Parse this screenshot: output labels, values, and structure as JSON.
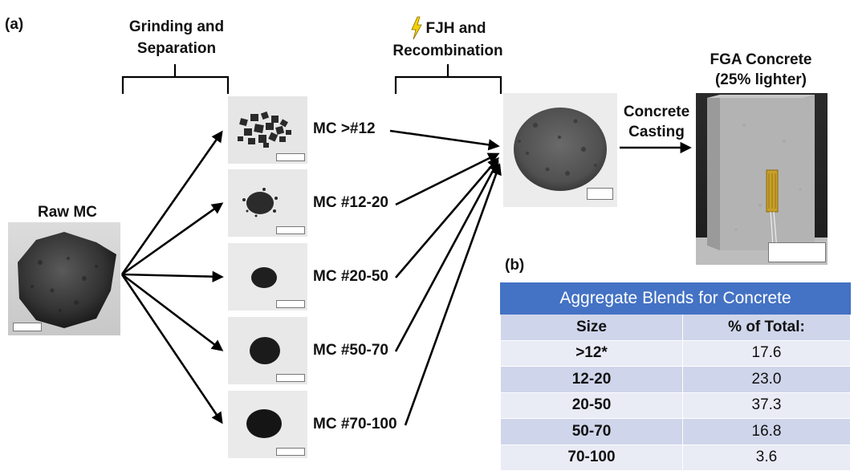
{
  "panel_a_label": "(a)",
  "panel_b_label": "(b)",
  "grinding_label_line1": "Grinding and",
  "grinding_label_line2": "Separation",
  "fjh_label_line1": "FJH and",
  "fjh_label_line2": "Recombination",
  "raw_label": "Raw MC",
  "casting_label_line1": "Concrete",
  "casting_label_line2": "Casting",
  "fga_label_line1": "FGA Concrete",
  "fga_label_line2": "(25% lighter)",
  "fractions": [
    "MC >#12",
    "MC #12-20",
    "MC #20-50",
    "MC #50-70",
    "MC #70-100"
  ],
  "table": {
    "title": "Aggregate Blends for Concrete",
    "col_size": "Size",
    "col_pct": "% of Total:",
    "rows": [
      {
        "size": ">12*",
        "pct": "17.6"
      },
      {
        "size": "12-20",
        "pct": "23.0"
      },
      {
        "size": "20-50",
        "pct": "37.3"
      },
      {
        "size": "50-70",
        "pct": "16.8"
      },
      {
        "size": "70-100",
        "pct": "3.6"
      }
    ]
  },
  "colors": {
    "table_header": "#4472c4",
    "table_row_dark": "#cfd5ea",
    "table_row_light": "#e9ebf5",
    "lightning": "#f5d000"
  }
}
